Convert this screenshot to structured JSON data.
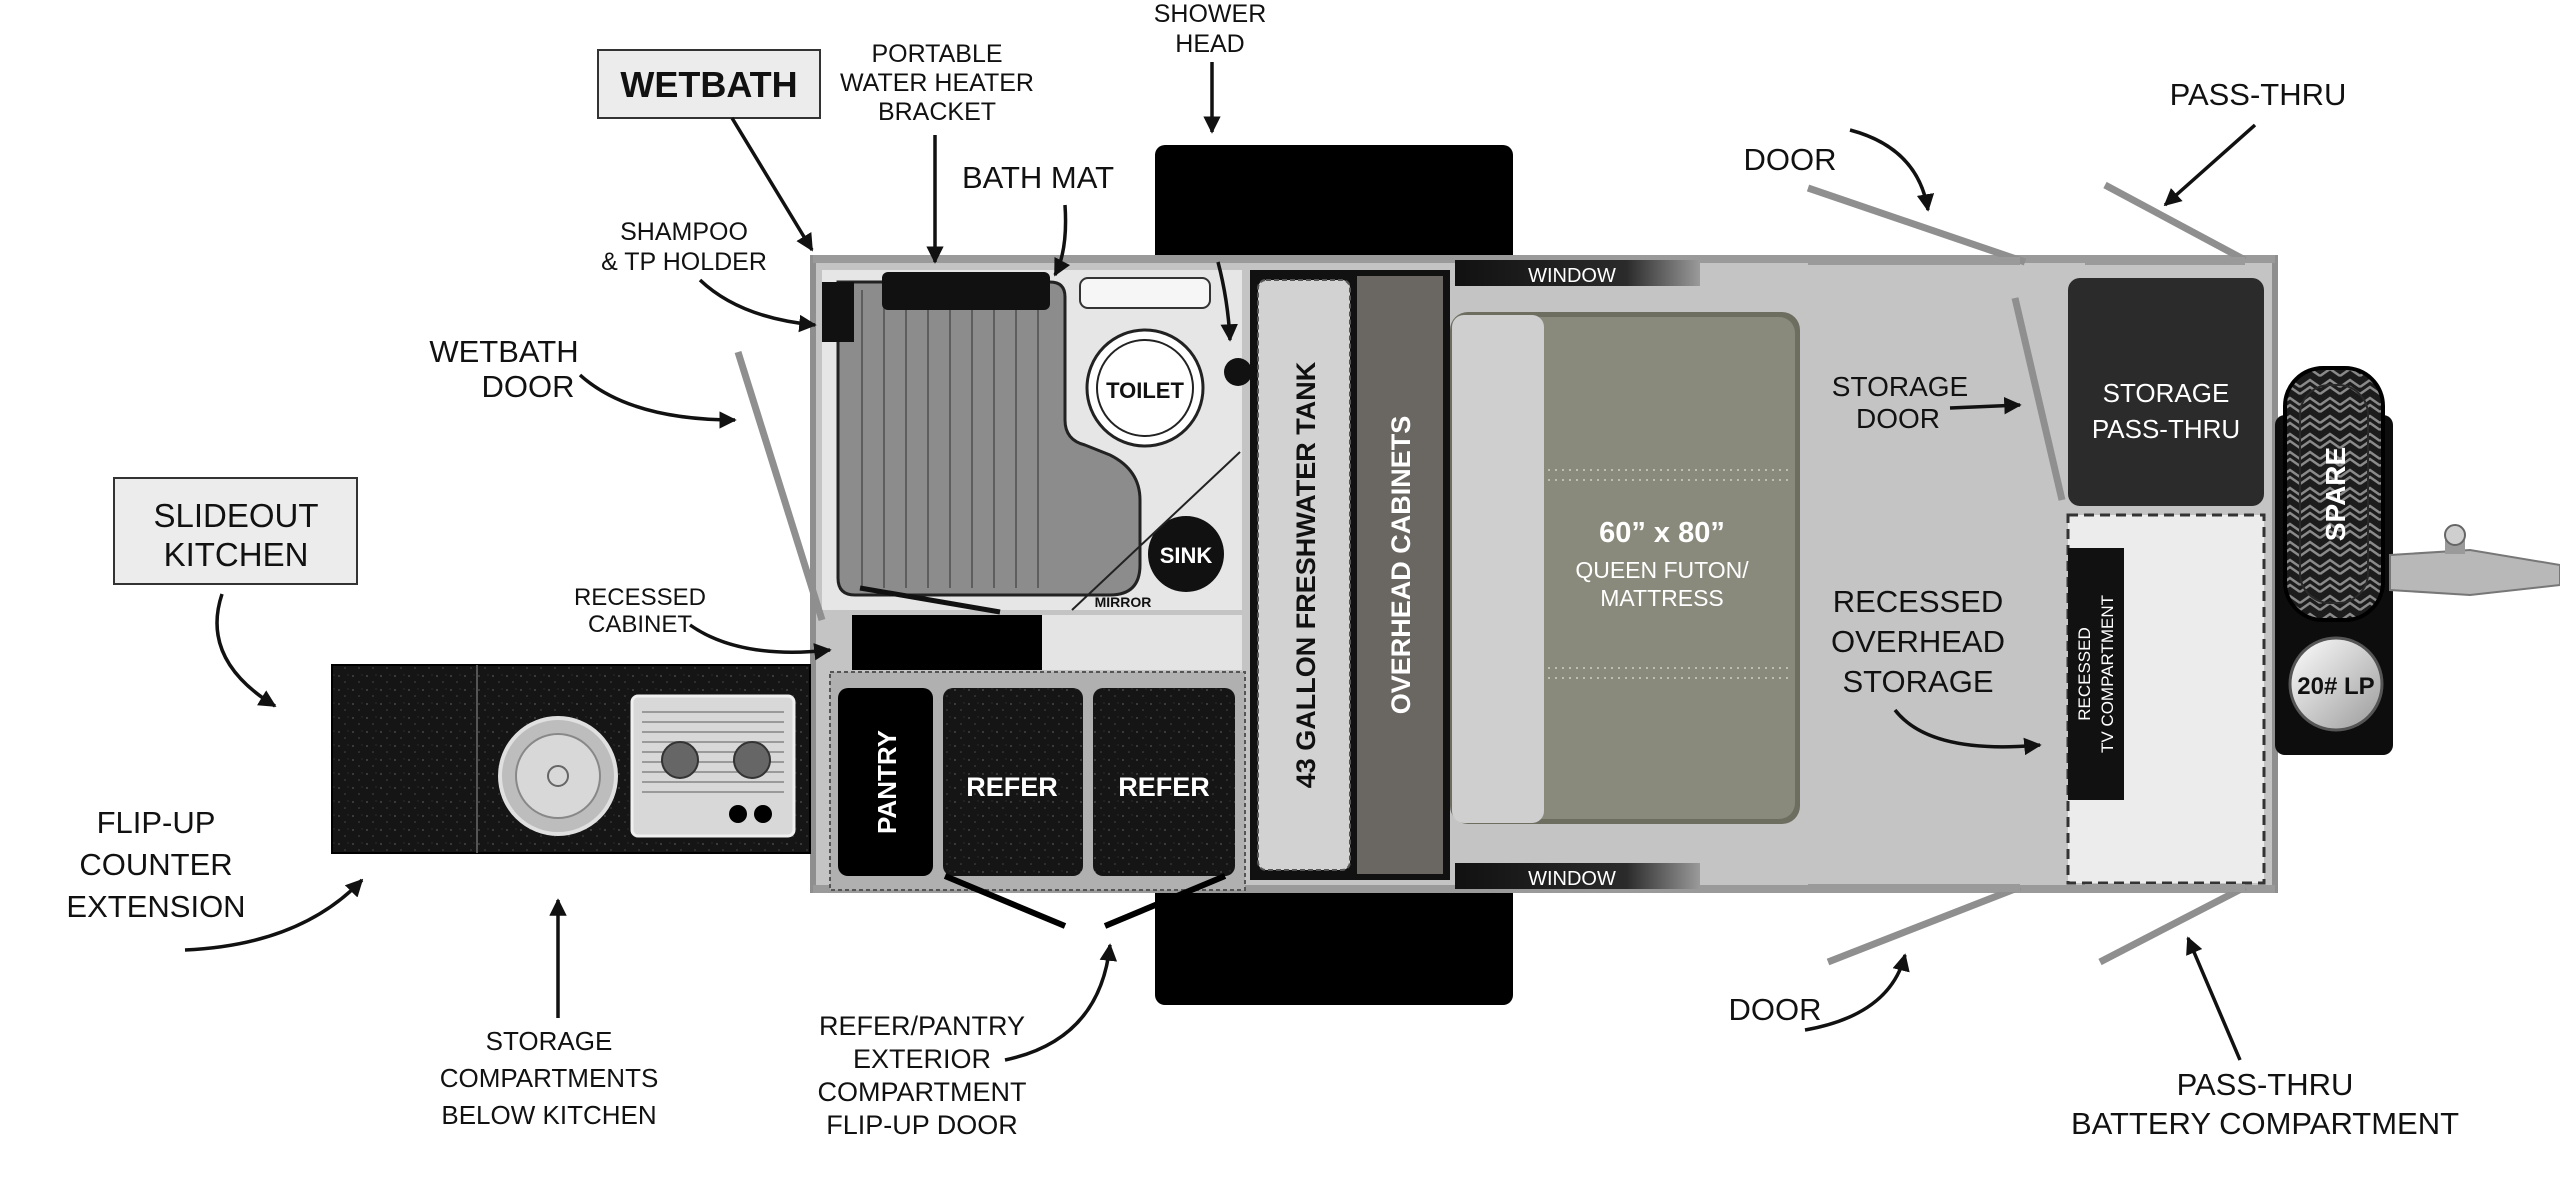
{
  "labels": {
    "wetbath": "WETBATH",
    "portable_water_heater_1": "PORTABLE",
    "portable_water_heater_2": "WATER HEATER",
    "portable_water_heater_3": "BRACKET",
    "shower_head_1": "SHOWER",
    "shower_head_2": "HEAD",
    "bath_mat": "BATH MAT",
    "shampoo_1": "SHAMPOO",
    "shampoo_2": "& TP HOLDER",
    "wetbath_door_1": "WETBATH",
    "wetbath_door_2": "DOOR",
    "slideout_kitchen_1": "SLIDEOUT",
    "slideout_kitchen_2": "KITCHEN",
    "recessed_cabinet_1": "RECESSED",
    "recessed_cabinet_2": "CABINET",
    "flip_up_counter_1": "FLIP-UP",
    "flip_up_counter_2": "COUNTER",
    "flip_up_counter_3": "EXTENSION",
    "storage_compartments_1": "STORAGE",
    "storage_compartments_2": "COMPARTMENTS",
    "storage_compartments_3": "BELOW KITCHEN",
    "refer_pantry_door_1": "REFER/PANTRY",
    "refer_pantry_door_2": "EXTERIOR",
    "refer_pantry_door_3": "COMPARTMENT",
    "refer_pantry_door_4": "FLIP-UP DOOR",
    "toilet": "TOILET",
    "sink": "SINK",
    "mirror": "MIRROR",
    "pantry": "PANTRY",
    "refer": "REFER",
    "freshwater_tank": "43 GALLON FRESHWATER TANK",
    "overhead_cabinets": "OVERHEAD CABINETS",
    "window": "WINDOW",
    "bed_size": "60” x 80”",
    "bed_type_1": "QUEEN FUTON/",
    "bed_type_2": "MATTRESS",
    "door": "DOOR",
    "pass_thru": "PASS-THRU",
    "storage_door_1": "STORAGE",
    "storage_door_2": "DOOR",
    "recessed_overhead_1": "RECESSED",
    "recessed_overhead_2": "OVERHEAD",
    "recessed_overhead_3": "STORAGE",
    "storage_pass_thru_1": "STORAGE",
    "storage_pass_thru_2": "PASS-THRU",
    "recessed_tv_1": "RECESSED",
    "recessed_tv_2": "TV COMPARTMENT",
    "spare": "SPARE",
    "lp_tank": "20# LP",
    "battery_1": "PASS-THRU",
    "battery_2": "BATTERY COMPARTMENT"
  },
  "colors": {
    "floor": "#c4c4c4",
    "wall": "#8f8f8f",
    "dark": "#111111",
    "tank": "#d2d2d2",
    "cabinet": "#6a6763",
    "mattress": "#7a7a6c",
    "pillow": "#cfcfcf",
    "shower_pan": "#8c8c8c",
    "box_fill": "#ececec"
  }
}
